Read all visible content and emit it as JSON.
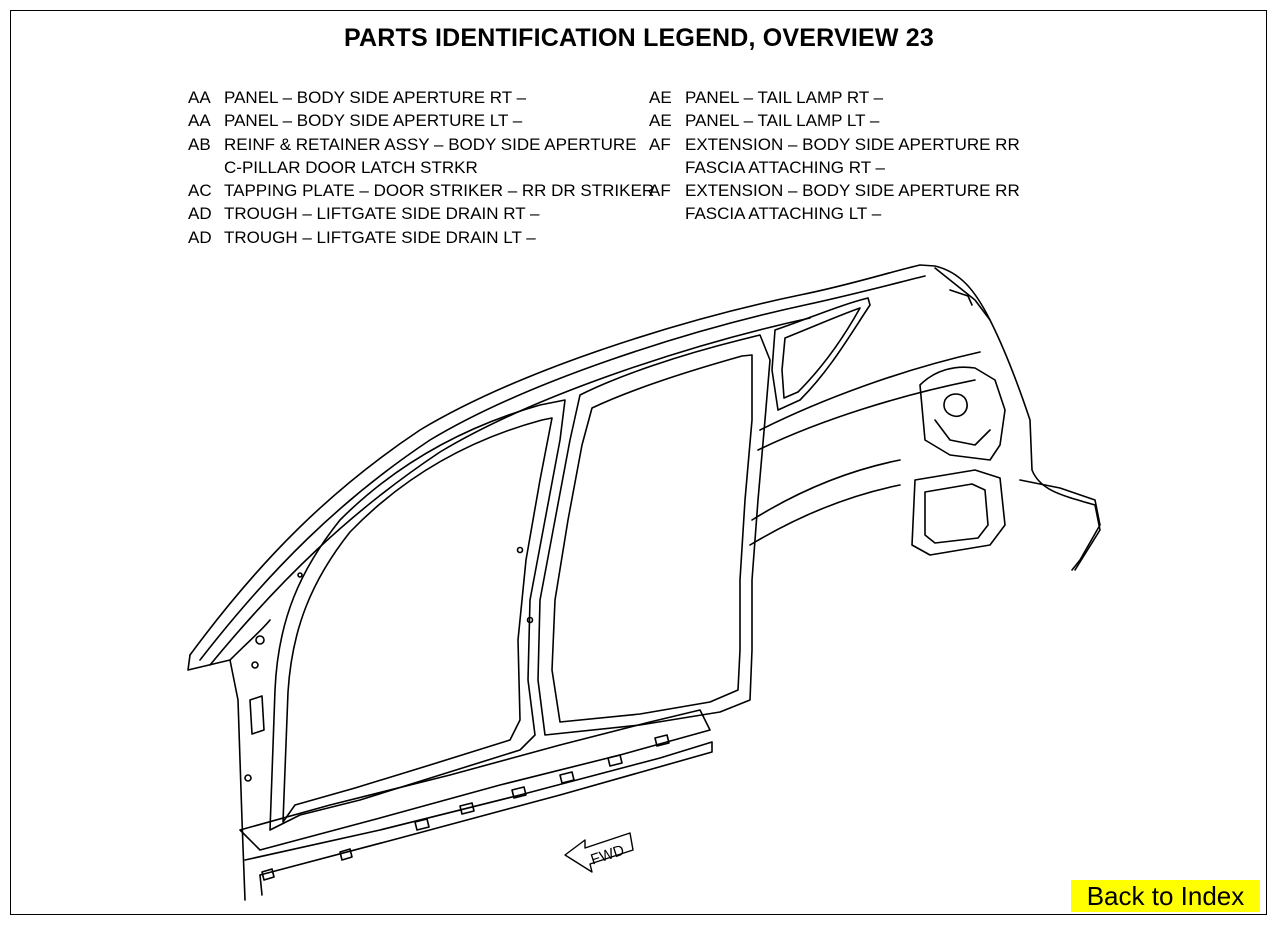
{
  "title": "PARTS IDENTIFICATION LEGEND, OVERVIEW 23",
  "legend": {
    "left": [
      {
        "code": "AA",
        "lines": [
          "PANEL – BODY SIDE APERTURE RT –"
        ]
      },
      {
        "code": "AA",
        "lines": [
          "PANEL – BODY SIDE APERTURE LT –"
        ]
      },
      {
        "code": "AB",
        "lines": [
          "REINF & RETAINER ASSY – BODY SIDE APERTURE",
          "C-PILLAR DOOR LATCH STRKR"
        ]
      },
      {
        "code": "AC",
        "lines": [
          "TAPPING PLATE – DOOR STRIKER – RR DR STRIKER"
        ]
      },
      {
        "code": "AD",
        "lines": [
          "TROUGH – LIFTGATE SIDE DRAIN RT –"
        ]
      },
      {
        "code": "AD",
        "lines": [
          "TROUGH – LIFTGATE SIDE DRAIN LT –"
        ]
      }
    ],
    "right": [
      {
        "code": "AE",
        "lines": [
          "PANEL – TAIL LAMP RT –"
        ]
      },
      {
        "code": "AE",
        "lines": [
          "PANEL – TAIL LAMP LT –"
        ]
      },
      {
        "code": "AF",
        "lines": [
          "EXTENSION – BODY SIDE APERTURE RR",
          "FASCIA ATTACHING RT –"
        ]
      },
      {
        "code": "AF",
        "lines": [
          "EXTENSION – BODY SIDE APERTURE RR",
          "FASCIA ATTACHING LT –"
        ]
      }
    ]
  },
  "drawing": {
    "fwd_label": "FWD"
  },
  "back_button": {
    "label": "Back to Index",
    "color": "#ffff00"
  }
}
